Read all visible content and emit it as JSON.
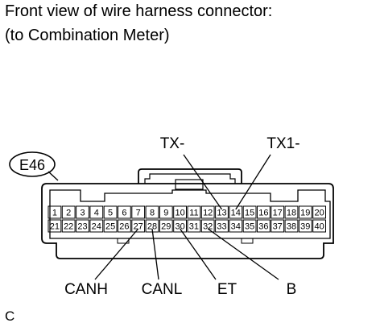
{
  "title": {
    "line1": "Front view of wire harness connector:",
    "line2": "(to Combination Meter)"
  },
  "connector": {
    "code": "E46",
    "row1": [
      "1",
      "2",
      "3",
      "4",
      "5",
      "6",
      "7",
      "8",
      "9",
      "10",
      "11",
      "12",
      "13",
      "14",
      "15",
      "16",
      "17",
      "18",
      "19",
      "20"
    ],
    "row2": [
      "21",
      "22",
      "23",
      "24",
      "25",
      "26",
      "27",
      "28",
      "29",
      "30",
      "31",
      "32",
      "33",
      "34",
      "35",
      "36",
      "37",
      "38",
      "39",
      "40"
    ]
  },
  "signals": {
    "top": [
      {
        "label": "TX-",
        "pin": "13"
      },
      {
        "label": "TX1-",
        "pin": "14"
      }
    ],
    "bottom": [
      {
        "label": "CANH",
        "pin": "27"
      },
      {
        "label": "CANL",
        "pin": "28"
      },
      {
        "label": "ET",
        "pin": "30"
      },
      {
        "label": "B",
        "pin": "32"
      }
    ]
  },
  "figure_letter": "C"
}
